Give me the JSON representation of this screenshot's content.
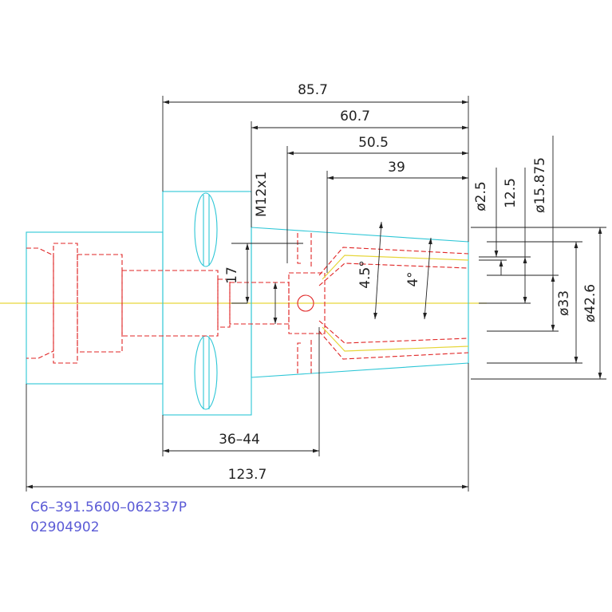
{
  "dimensions": {
    "d_85_7": "85.7",
    "d_60_7": "60.7",
    "d_50_5": "50.5",
    "d_39": "39",
    "d_m12": "M12x1",
    "d_17": "17",
    "d_4_5": "4.5°",
    "d_4": "4°",
    "d_2_5": "ø2.5",
    "d_12_5": "12.5",
    "d_15_875": "ø15.875",
    "d_33": "ø33",
    "d_42_6": "ø42.6",
    "d_36_44": "36–44",
    "d_123_7": "123.7"
  },
  "part": {
    "code": "C6–391.5600–062337P",
    "number": "02904902"
  },
  "colors": {
    "outline": "#2cc6d6",
    "hidden": "#e02525",
    "centerline": "#e6d63a",
    "dimension": "#222222",
    "label": "#5b5bd6"
  }
}
